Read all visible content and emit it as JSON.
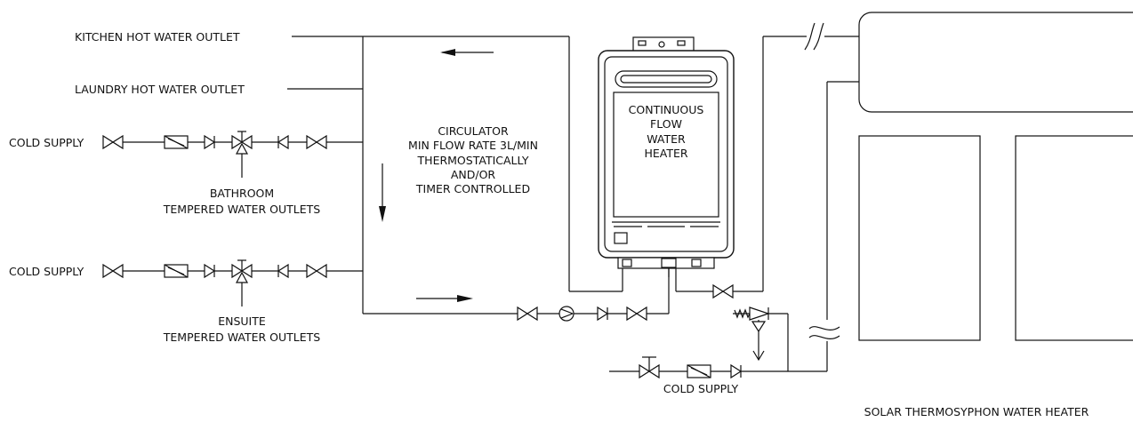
{
  "labels": {
    "kitchen_outlet": "KITCHEN HOT WATER OUTLET",
    "laundry_outlet": "LAUNDRY HOT WATER OUTLET",
    "cold_supply_1": "COLD SUPPLY",
    "cold_supply_2": "COLD SUPPLY",
    "cold_supply_3": "COLD SUPPLY",
    "bathroom_line1": "BATHROOM",
    "bathroom_line2": "TEMPERED WATER OUTLETS",
    "ensuite_line1": "ENSUITE",
    "ensuite_line2": "TEMPERED WATER OUTLETS",
    "circulator": [
      "CIRCULATOR",
      "MIN FLOW RATE 3L/MIN",
      "THERMOSTATICALLY",
      "AND/OR",
      "TIMER CONTROLLED"
    ],
    "heater": [
      "CONTINUOUS",
      "FLOW",
      "WATER",
      "HEATER"
    ],
    "solar": "SOLAR THERMOSYPHON WATER HEATER"
  },
  "icons": [
    "gate-valve-icon",
    "strainer-icon",
    "check-valve-icon",
    "tempering-valve-icon",
    "pump-icon",
    "relief-valve-icon",
    "flow-arrow-icon"
  ]
}
